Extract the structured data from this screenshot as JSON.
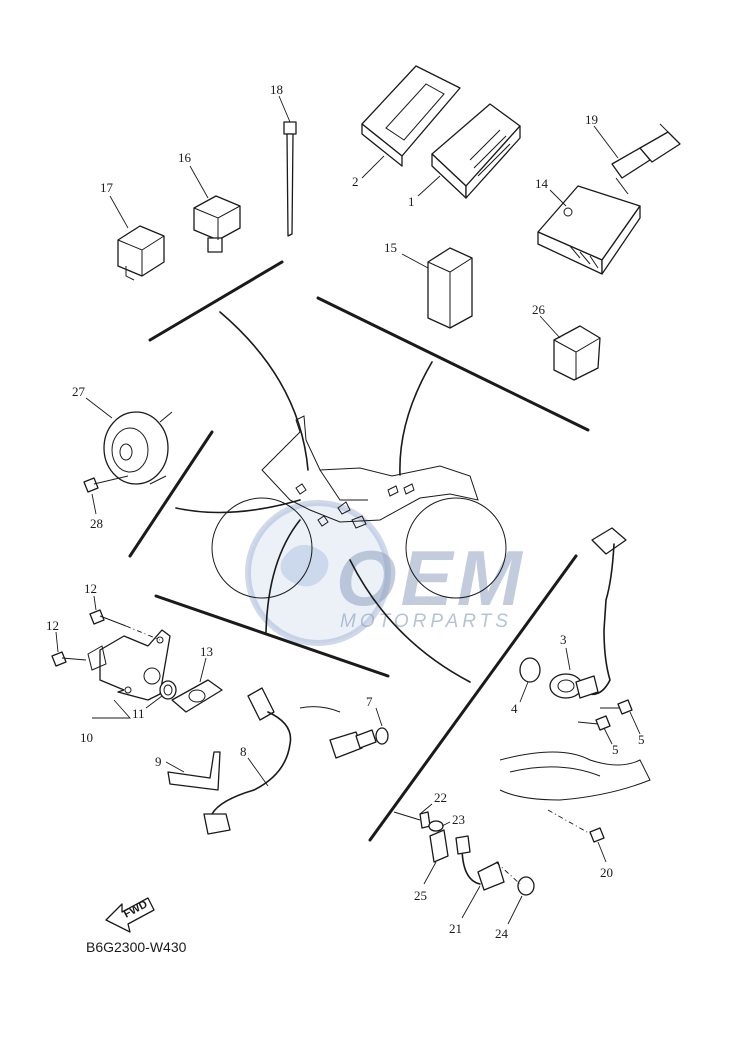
{
  "diagram": {
    "code": "B6G2300-W430",
    "fwd_label": "FWD",
    "watermark": {
      "brand": "OEM",
      "sub": "MOTORPARTS"
    },
    "callouts": [
      "1",
      "2",
      "3",
      "4",
      "5",
      "5",
      "7",
      "8",
      "9",
      "10",
      "11",
      "12",
      "12",
      "13",
      "14",
      "15",
      "16",
      "17",
      "18",
      "19",
      "20",
      "21",
      "22",
      "23",
      "24",
      "25",
      "26",
      "27",
      "28"
    ]
  }
}
